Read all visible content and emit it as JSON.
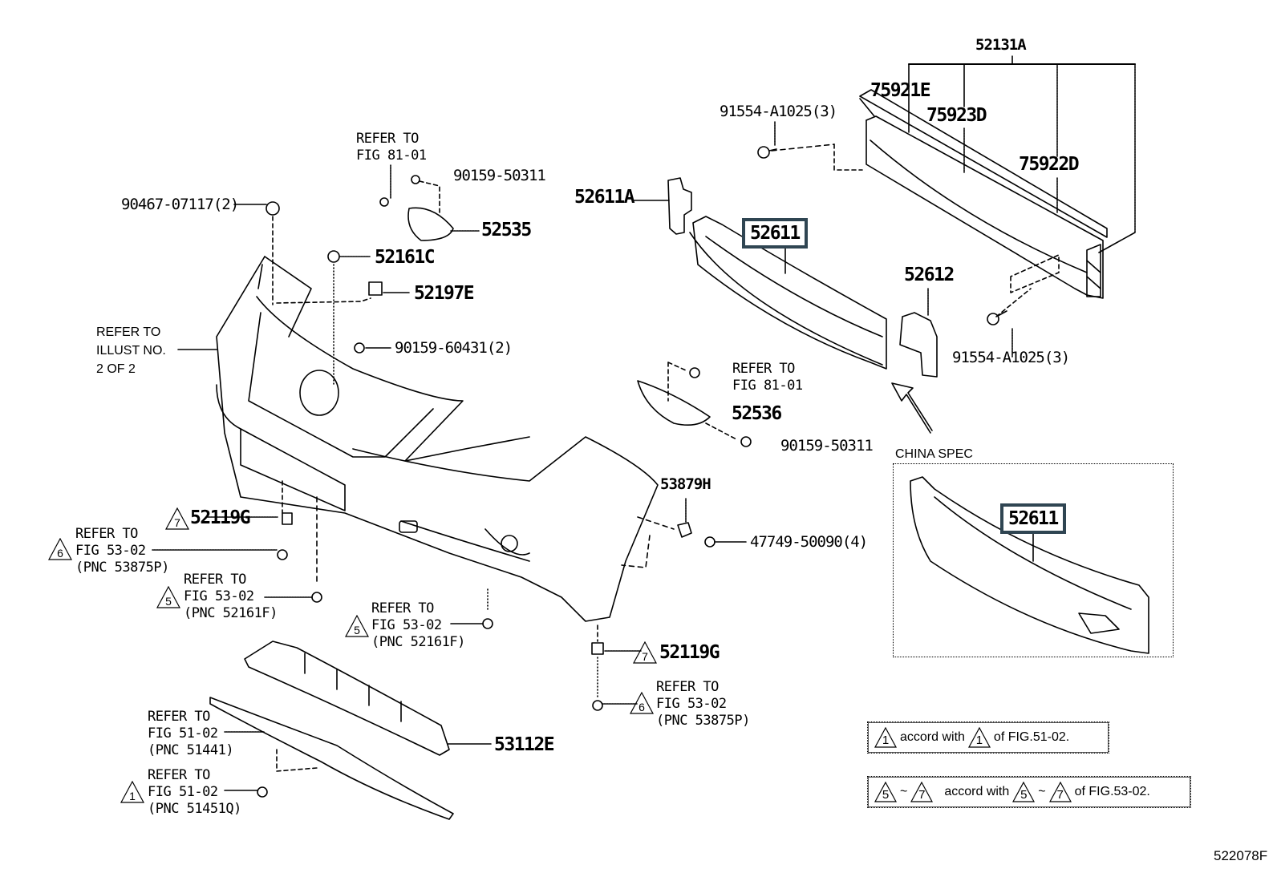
{
  "figure_id": "522078F",
  "labels": {
    "p52131A": "52131A",
    "p75921E": "75921E",
    "p75923D": "75923D",
    "p75922D": "75922D",
    "p91554_top": "91554-A1025(3)",
    "p91554_bottom": "91554-A1025(3)",
    "p52611A": "52611A",
    "p52611": "52611",
    "p52612": "52612",
    "p52611_china": "52611",
    "p90467": "90467-07117(2)",
    "p90159_50311_top": "90159-50311",
    "p52535": "52535",
    "p52161C": "52161C",
    "p52197E": "52197E",
    "p90159_60431": "90159-60431(2)",
    "p52536": "52536",
    "p90159_50311_mid": "90159-50311",
    "p53879H": "53879H",
    "p47749": "47749-50090(4)",
    "p52119G_left": "52119G",
    "p52119G_right": "52119G",
    "p53112E": "53112E"
  },
  "refs": {
    "fig81_top": "REFER TO\nFIG 81-01",
    "fig81_mid": "REFER TO\nFIG 81-01",
    "illust": "REFER TO\nILLUST NO.\n2 OF 2",
    "r6_left": "REFER TO\nFIG 53-02\n(PNC 53875P)",
    "r5_left": "REFER TO\nFIG 53-02\n(PNC 52161F)",
    "r5_mid": "REFER TO\nFIG 53-02\n(PNC 52161F)",
    "r6_right": "REFER TO\nFIG 53-02\n(PNC 53875P)",
    "r51441": "REFER TO\nFIG 51-02\n(PNC 51441)",
    "r1": "REFER TO\nFIG 51-02\n(PNC 51451Q)"
  },
  "markers": {
    "m7_left": "7",
    "m6_left": "6",
    "m5_left": "5",
    "m5_mid": "5",
    "m7_right": "7",
    "m6_right": "6",
    "m1": "1"
  },
  "china_spec": {
    "title": "CHINA SPEC"
  },
  "notes": [
    {
      "from": "1",
      "text": "accord with",
      "to": "1",
      "suffix": "of FIG.51-02."
    },
    {
      "from": "5",
      "tilde": "~",
      "from_end": "7",
      "text": "accord with",
      "to": "5",
      "to_end": "7",
      "suffix": "of FIG.53-02."
    }
  ]
}
